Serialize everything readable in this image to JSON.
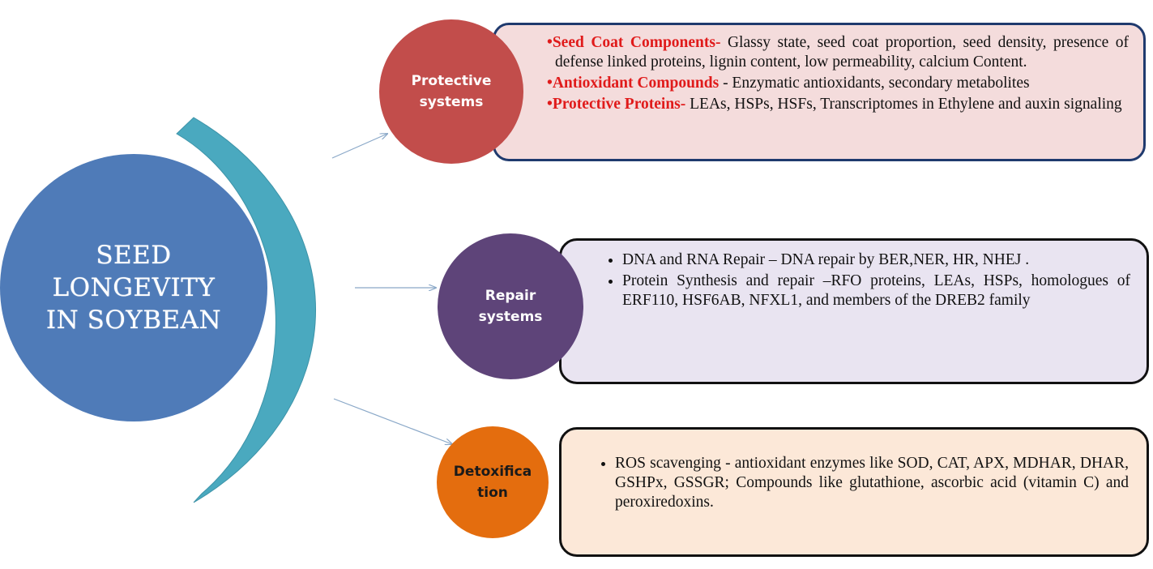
{
  "center": {
    "lines": [
      "SEED",
      "LONGEVITY",
      "IN SOYBEAN"
    ]
  },
  "protective": {
    "title_lines": [
      "Protective",
      "systems"
    ],
    "items": [
      {
        "head": "•Seed Coat Components-",
        "text": " Glassy state, seed coat proportion, seed density, presence of defense linked proteins, lignin content, low permeability, calcium Content."
      },
      {
        "head": "•Antioxidant Compounds",
        "text": " - Enzymatic antioxidants, secondary metabolites"
      },
      {
        "head": "•Protective Proteins-",
        "text": " LEAs, HSPs,  HSFs,  Transcriptomes in Ethylene and auxin signaling"
      }
    ]
  },
  "repair": {
    "title_lines": [
      "Repair",
      "systems"
    ],
    "items": [
      "DNA and RNA Repair – DNA repair by BER,NER, HR, NHEJ .",
      "Protein Synthesis and repair –RFO proteins, LEAs, HSPs, homologues of ERF110, HSF6AB, NFXL1, and members of the DREB2 family"
    ]
  },
  "detox": {
    "title_lines": [
      "Detoxifica",
      "tion"
    ],
    "items": [
      "ROS scavenging - antioxidant enzymes like SOD, CAT, APX, MDHAR, DHAR, GSHPx, GSSGR; Compounds like glutathione, ascorbic acid (vitamin C) and peroxiredoxins."
    ]
  },
  "colors": {
    "center": "#4f7bb8",
    "arc": "#4aa9bf",
    "protective": "#c24d4b",
    "repair": "#5e4479",
    "detox": "#e46d0e",
    "highlight": "#e01b1b"
  }
}
